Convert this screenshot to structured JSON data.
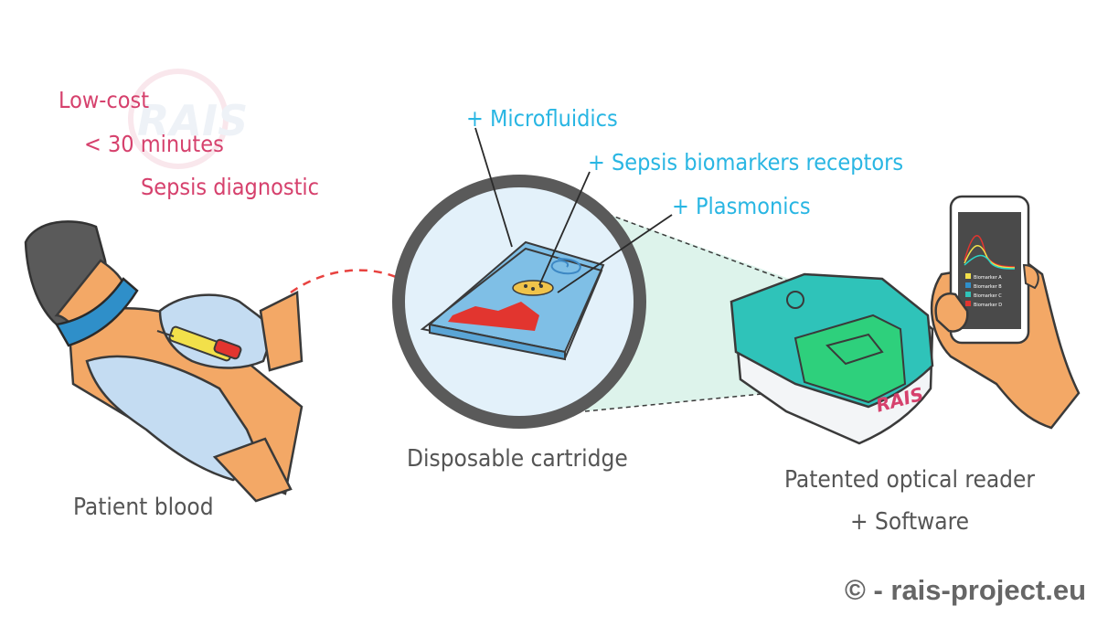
{
  "features": {
    "low_cost": "Low-cost",
    "time": "< 30 minutes",
    "diagnostic": "Sepsis diagnostic"
  },
  "components": {
    "microfluidics": "+ Microfluidics",
    "receptors": "+ Sepsis biomarkers receptors",
    "plasmonics": "+ Plasmonics"
  },
  "steps": {
    "patient_blood": "Patient blood",
    "cartridge": "Disposable cartridge",
    "reader_line1": "Patented optical reader",
    "reader_line2": "+ Software"
  },
  "device_logo": "RAIS",
  "phone_legend": [
    "Biomarker A",
    "Biomarker B",
    "Biomarker C",
    "Biomarker D"
  ],
  "copyright": "© - rais-project.eu",
  "colors": {
    "feature_text": "#d6416d",
    "component_text": "#29b6e3",
    "label_text": "#555555",
    "glove": "#c4dcf2",
    "cartridge": "#a8d6ee",
    "reader_body": "#2fc3b9",
    "reader_band": "#2ed07c",
    "skin": "#f3a866"
  }
}
